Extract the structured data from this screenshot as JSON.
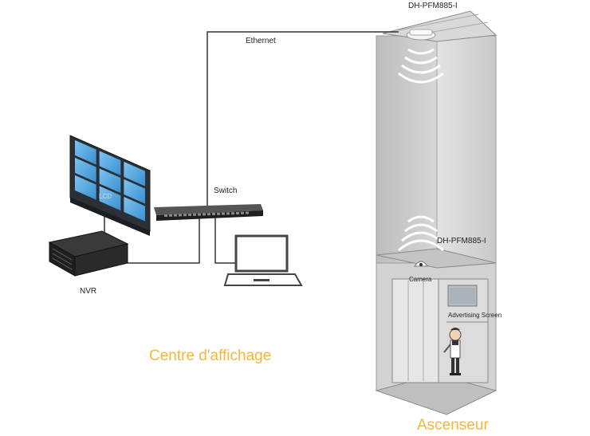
{
  "labels": {
    "ap_top": "DH-PFM885-I",
    "ethernet": "Ethernet",
    "switch": "Switch",
    "nvr": "NVR",
    "lcd": "LCD",
    "ap_elevator": "DH-PFM885-I",
    "camera": "Camera",
    "advertising_screen": "Advertising Screen",
    "centre": "Centre d'affichage",
    "elevator": "Ascenseur"
  },
  "colors": {
    "accent_orange": "#f2b73a",
    "cable": "#333333",
    "shaft_wall": "#cfcfcf",
    "screen_blue": "#4aa3df"
  }
}
